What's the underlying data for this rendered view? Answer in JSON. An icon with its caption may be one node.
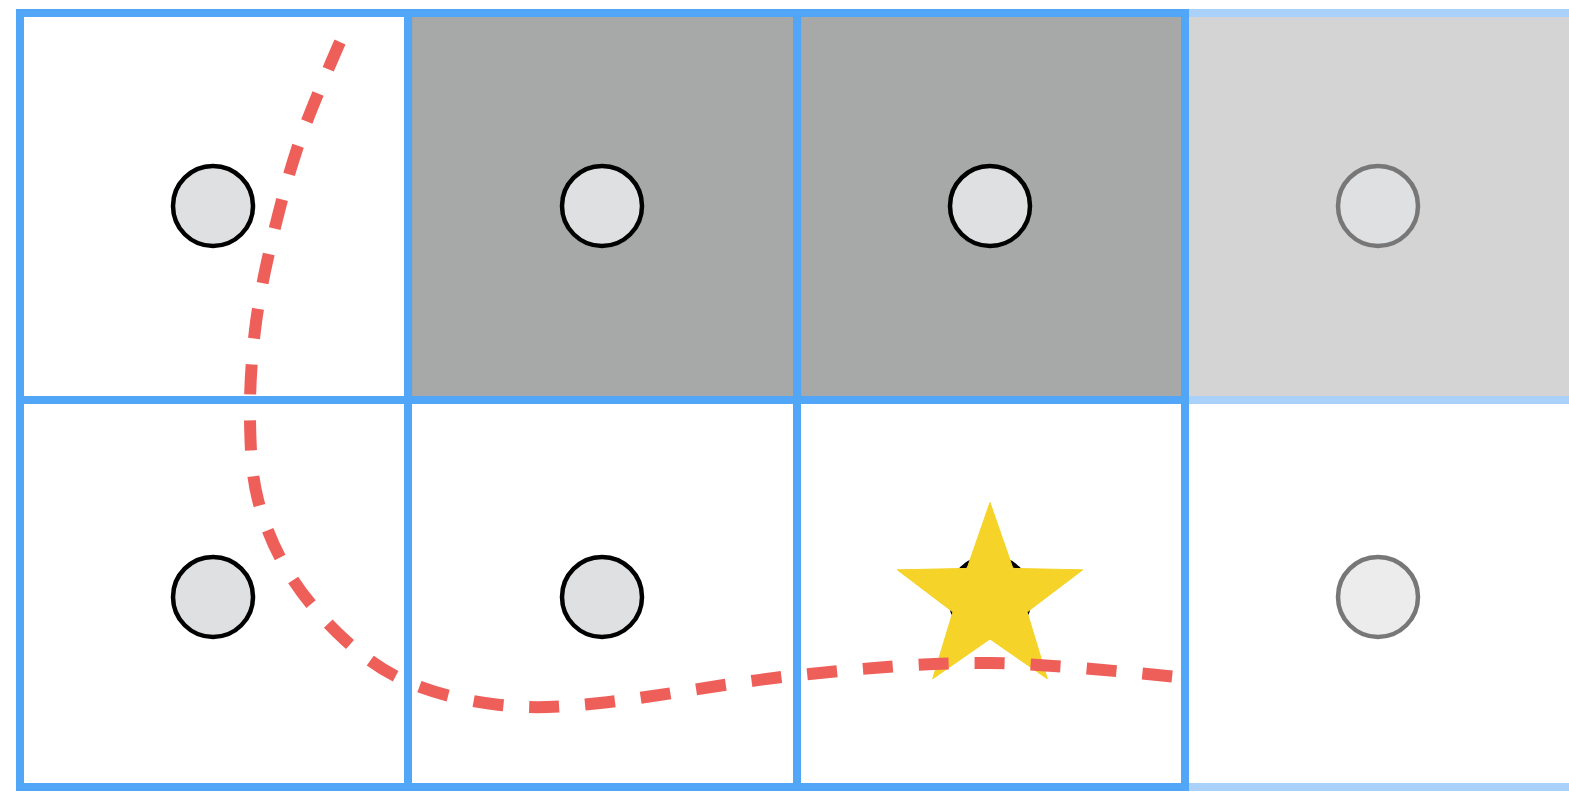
{
  "diagram": {
    "nodes": [
      {
        "text": [],
        "shape": "circle"
      },
      {
        "text": [],
        "shape": "circle"
      },
      {
        "text": [],
        "shape": "circle"
      },
      {
        "text": [],
        "shape": "circle"
      },
      {
        "text": [],
        "shape": "circle"
      },
      {
        "text": [],
        "shape": "circle"
      },
      {
        "text": [],
        "shape": "star"
      },
      {
        "text": [],
        "shape": "circle"
      }
    ]
  }
}
